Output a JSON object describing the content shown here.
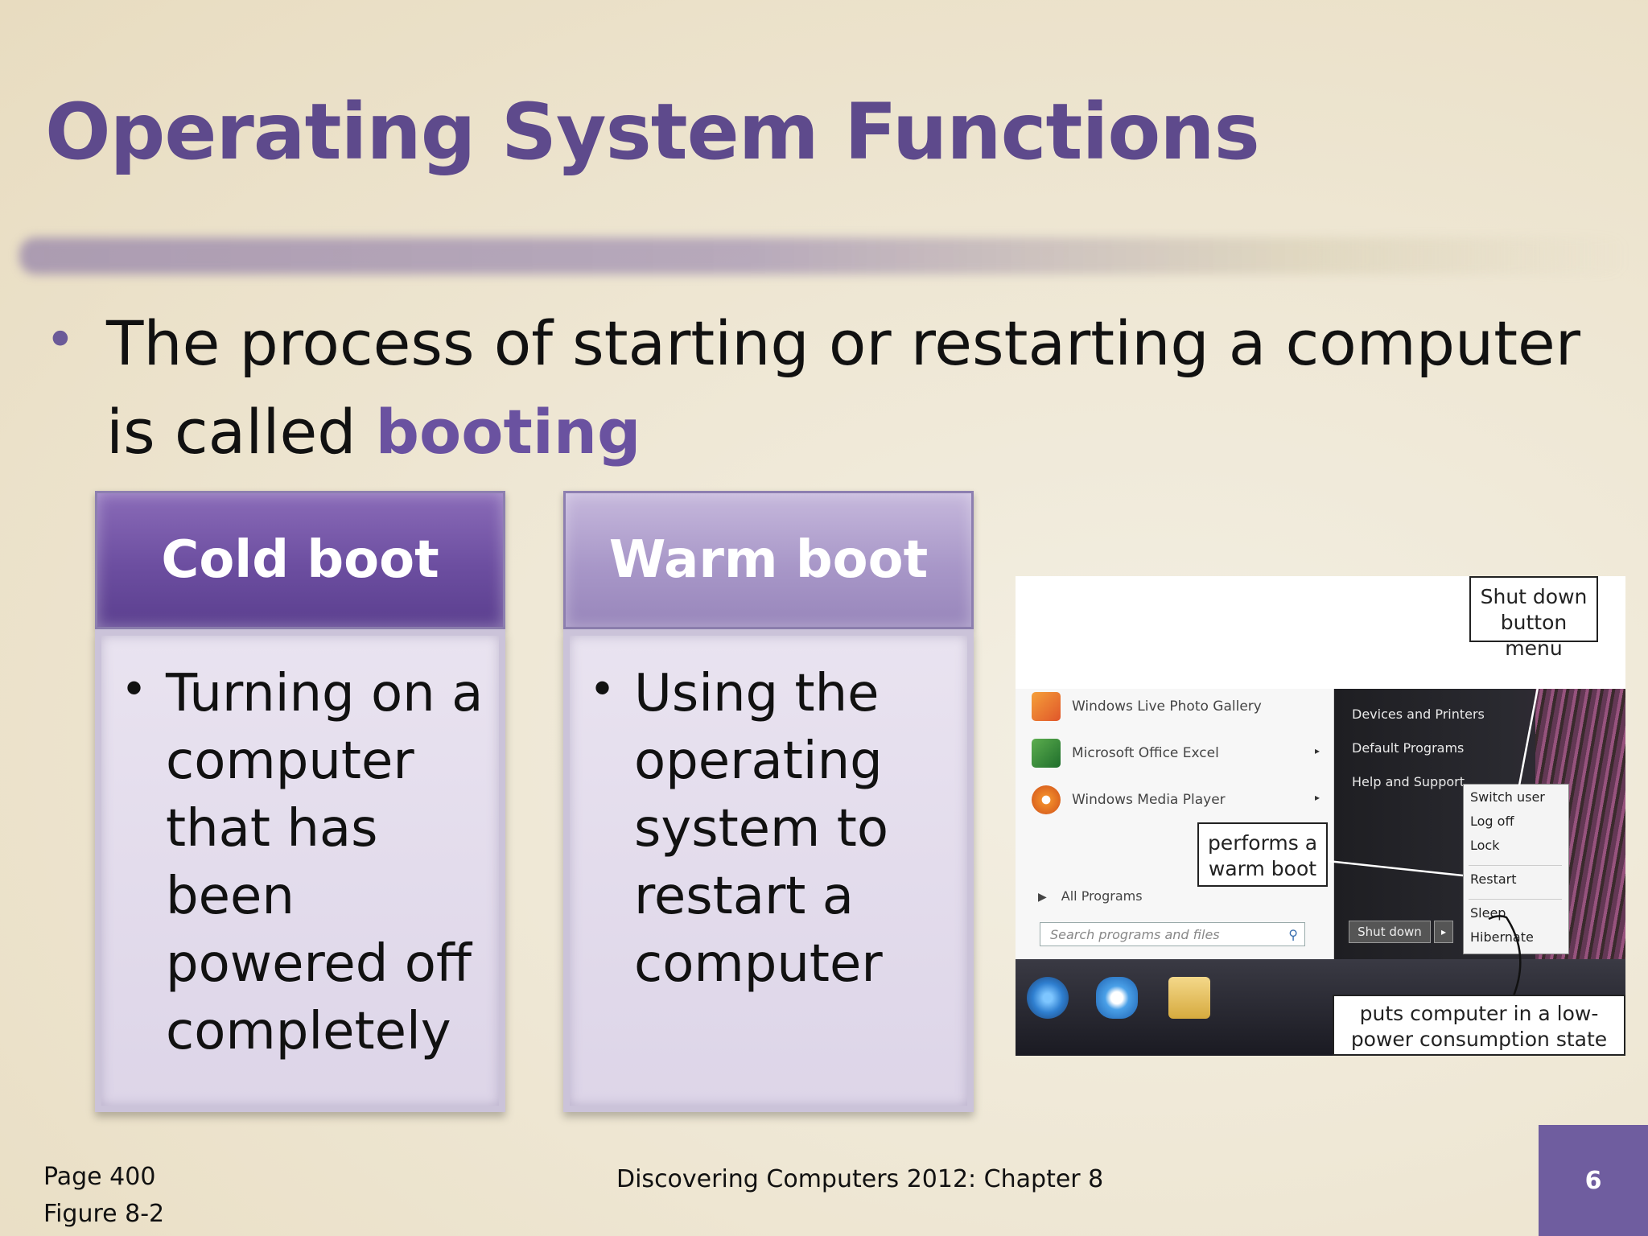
{
  "slide": {
    "title": "Operating System Functions",
    "bullet_text": "The process of starting or restarting a computer is called",
    "bullet_highlight": "booting",
    "bullet_symbol": "•"
  },
  "cards": {
    "cold": {
      "heading": "Cold boot",
      "bullet_symbol": "•",
      "text": "Turning on a computer that has been powered off completely"
    },
    "warm": {
      "heading": "Warm boot",
      "bullet_symbol": "•",
      "text": "Using the operating system to restart a computer"
    }
  },
  "figure": {
    "left_menu": [
      {
        "label": "Windows Live Photo Gallery",
        "icon": "photo-gallery-icon",
        "has_arrow": false
      },
      {
        "label": "Microsoft Office Excel",
        "icon": "excel-icon",
        "has_arrow": true
      },
      {
        "label": "Windows Media Player",
        "icon": "media-player-icon",
        "has_arrow": true
      }
    ],
    "all_programs": "All Programs",
    "search_placeholder": "Search programs and files",
    "right_menu": [
      "Devices and Printers",
      "Default Programs",
      "Help and Support"
    ],
    "shut_down_button": "Shut down",
    "submenu": [
      "Switch user",
      "Log off",
      "Lock",
      "Restart",
      "Sleep",
      "Hibernate"
    ],
    "callouts": {
      "shutdown_menu": "Shut down button menu",
      "warm_boot": "performs a warm boot",
      "low_power": "puts computer in a low-power consumption state"
    },
    "taskbar_icons": [
      "start-orb-icon",
      "internet-explorer-icon",
      "folder-icon"
    ]
  },
  "footer": {
    "page": "Page 400",
    "figure": "Figure 8-2",
    "center": "Discovering Computers 2012: Chapter 8",
    "slide_number": "6"
  },
  "colors": {
    "title": "#5e4a8c",
    "highlight": "#6a52a0",
    "cold_head": "#6c4ea0",
    "warm_head": "#a897c8",
    "page_box": "#6f5d9f"
  }
}
